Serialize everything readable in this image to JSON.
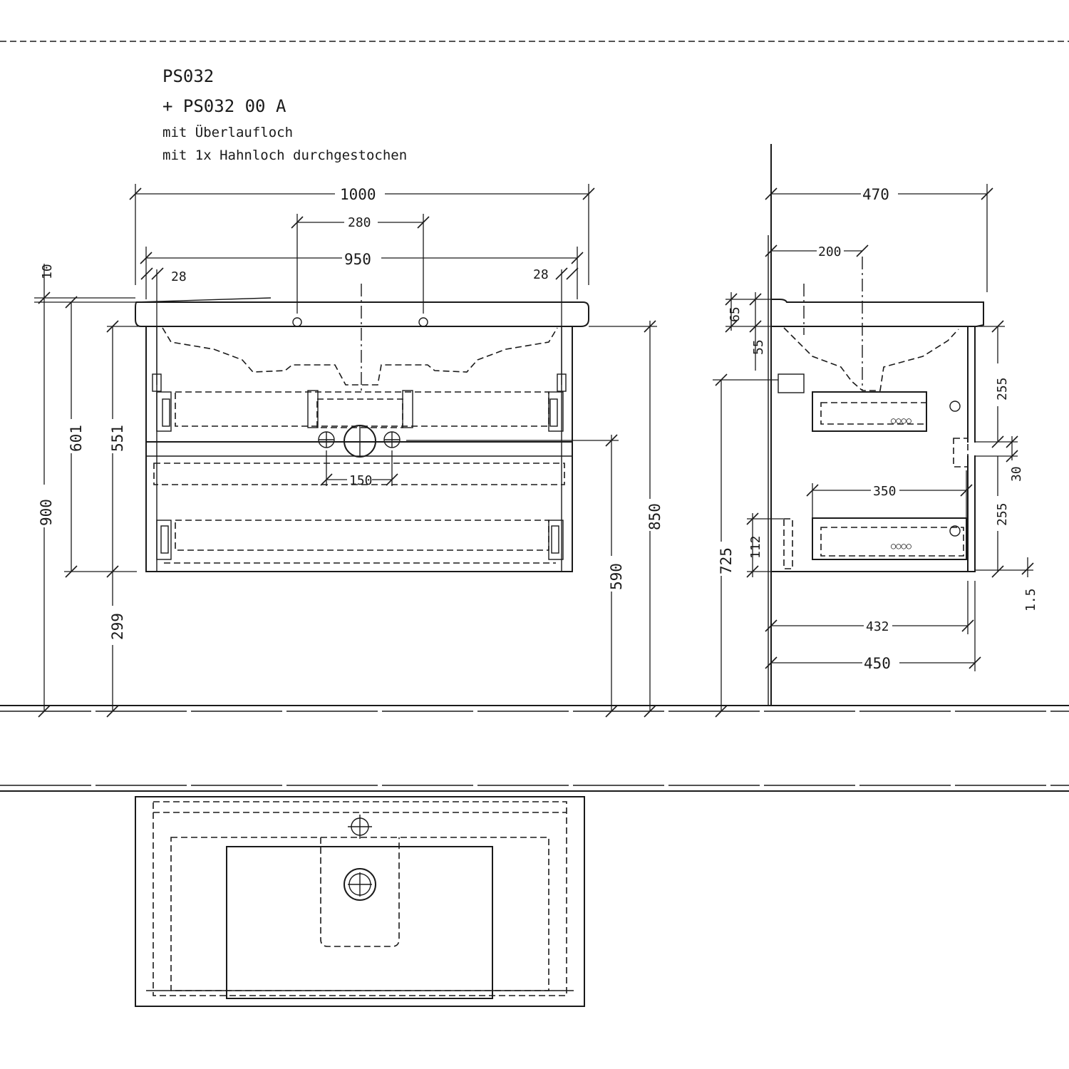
{
  "header": {
    "model": "PS032",
    "addon": "+ PS032 00 A",
    "note1": "mit Überlaufloch",
    "note2": "mit 1x Hahnloch durchgestochen"
  },
  "front_view": {
    "dim_total_width": "1000",
    "dim_inner_width": "950",
    "dim_tap_spacing": "280",
    "dim_left_offset": "28",
    "dim_right_offset": "28",
    "dim_drain_spacing": "150",
    "dim_top_10": "10",
    "dim_h_900": "900",
    "dim_h_601": "601",
    "dim_h_551": "551",
    "dim_h_299": "299",
    "dim_h_850": "850",
    "dim_h_590": "590"
  },
  "side_view": {
    "dim_depth_470": "470",
    "dim_200": "200",
    "dim_65": "65",
    "dim_55": "55",
    "dim_725": "725",
    "dim_112": "112",
    "dim_255_top": "255",
    "dim_30": "30",
    "dim_255_bottom": "255",
    "dim_350": "350",
    "dim_432": "432",
    "dim_450": "450",
    "dim_1_5": "1.5"
  }
}
